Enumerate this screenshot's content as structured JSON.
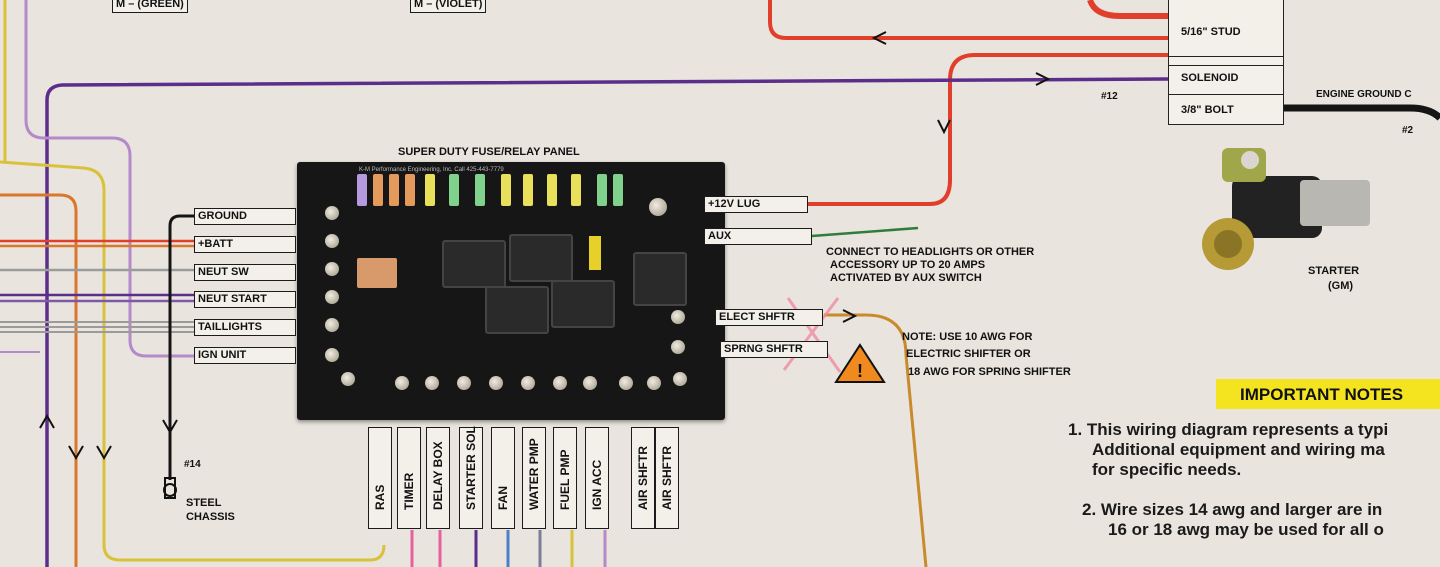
{
  "colors": {
    "background": "#e9e4de",
    "red": "#e0402b",
    "purple": "#5a2e8a",
    "orange": "#d9782c",
    "yellow": "#d8c23a",
    "lavender": "#b58acb",
    "gray": "#9b9b9b",
    "black": "#151515",
    "green": "#2f7d3a",
    "highlight": "#f3e41f",
    "warning": "#f08a1f"
  },
  "top_labels": {
    "green_label": "M – (GREEN)",
    "violet_label": "M – (VIOLET)"
  },
  "solenoid_block": {
    "stud": "5/16\" STUD",
    "solenoid": "SOLENOID",
    "bolt": "3/8\" BOLT"
  },
  "wire_gauges": {
    "g12": "#12",
    "g2": "#2",
    "g14": "#14"
  },
  "engine_ground": "ENGINE GROUND C",
  "panel": {
    "title": "SUPER DUTY FUSE/RELAY PANEL",
    "maker_line": "K-M Performance Engineering, Inc.    Call 425-443-7779"
  },
  "left_labels": [
    "GROUND",
    "+BATT",
    "NEUT SW",
    "NEUT START",
    "TAILLIGHTS",
    "IGN UNIT"
  ],
  "right_labels": {
    "lug": "+12V LUG",
    "aux": "AUX",
    "elect": "ELECT SHFTR",
    "sprng": "SPRNG SHFTR"
  },
  "bottom_labels": [
    "RAS",
    "TIMER",
    "DELAY BOX",
    "STARTER SOL",
    "FAN",
    "WATER PMP",
    "FUEL PMP",
    "IGN ACC",
    "AIR SHFTR",
    "AIR SHFTR"
  ],
  "aux_note": {
    "line1": "CONNECT TO HEADLIGHTS OR OTHER",
    "line2": "ACCESSORY UP TO 20 AMPS",
    "line3": "ACTIVATED BY AUX SWITCH"
  },
  "shifter_note": {
    "line1": "NOTE: USE 10 AWG FOR",
    "line2": "ELECTRIC SHIFTER OR",
    "line3": "18 AWG FOR SPRING SHIFTER"
  },
  "steel_chassis": {
    "line1": "STEEL",
    "line2": "CHASSIS"
  },
  "starter": {
    "line1": "STARTER",
    "line2": "(GM)"
  },
  "important_notes": {
    "title": "IMPORTANT NOTES",
    "note1_line1": "1. This wiring diagram represents a typi",
    "note1_line2": "Additional equipment and wiring ma",
    "note1_line3": "for specific needs.",
    "note2_line1": "2. Wire sizes 14 awg and larger are in",
    "note2_line2": "16 or 18 awg may be used for all o"
  }
}
